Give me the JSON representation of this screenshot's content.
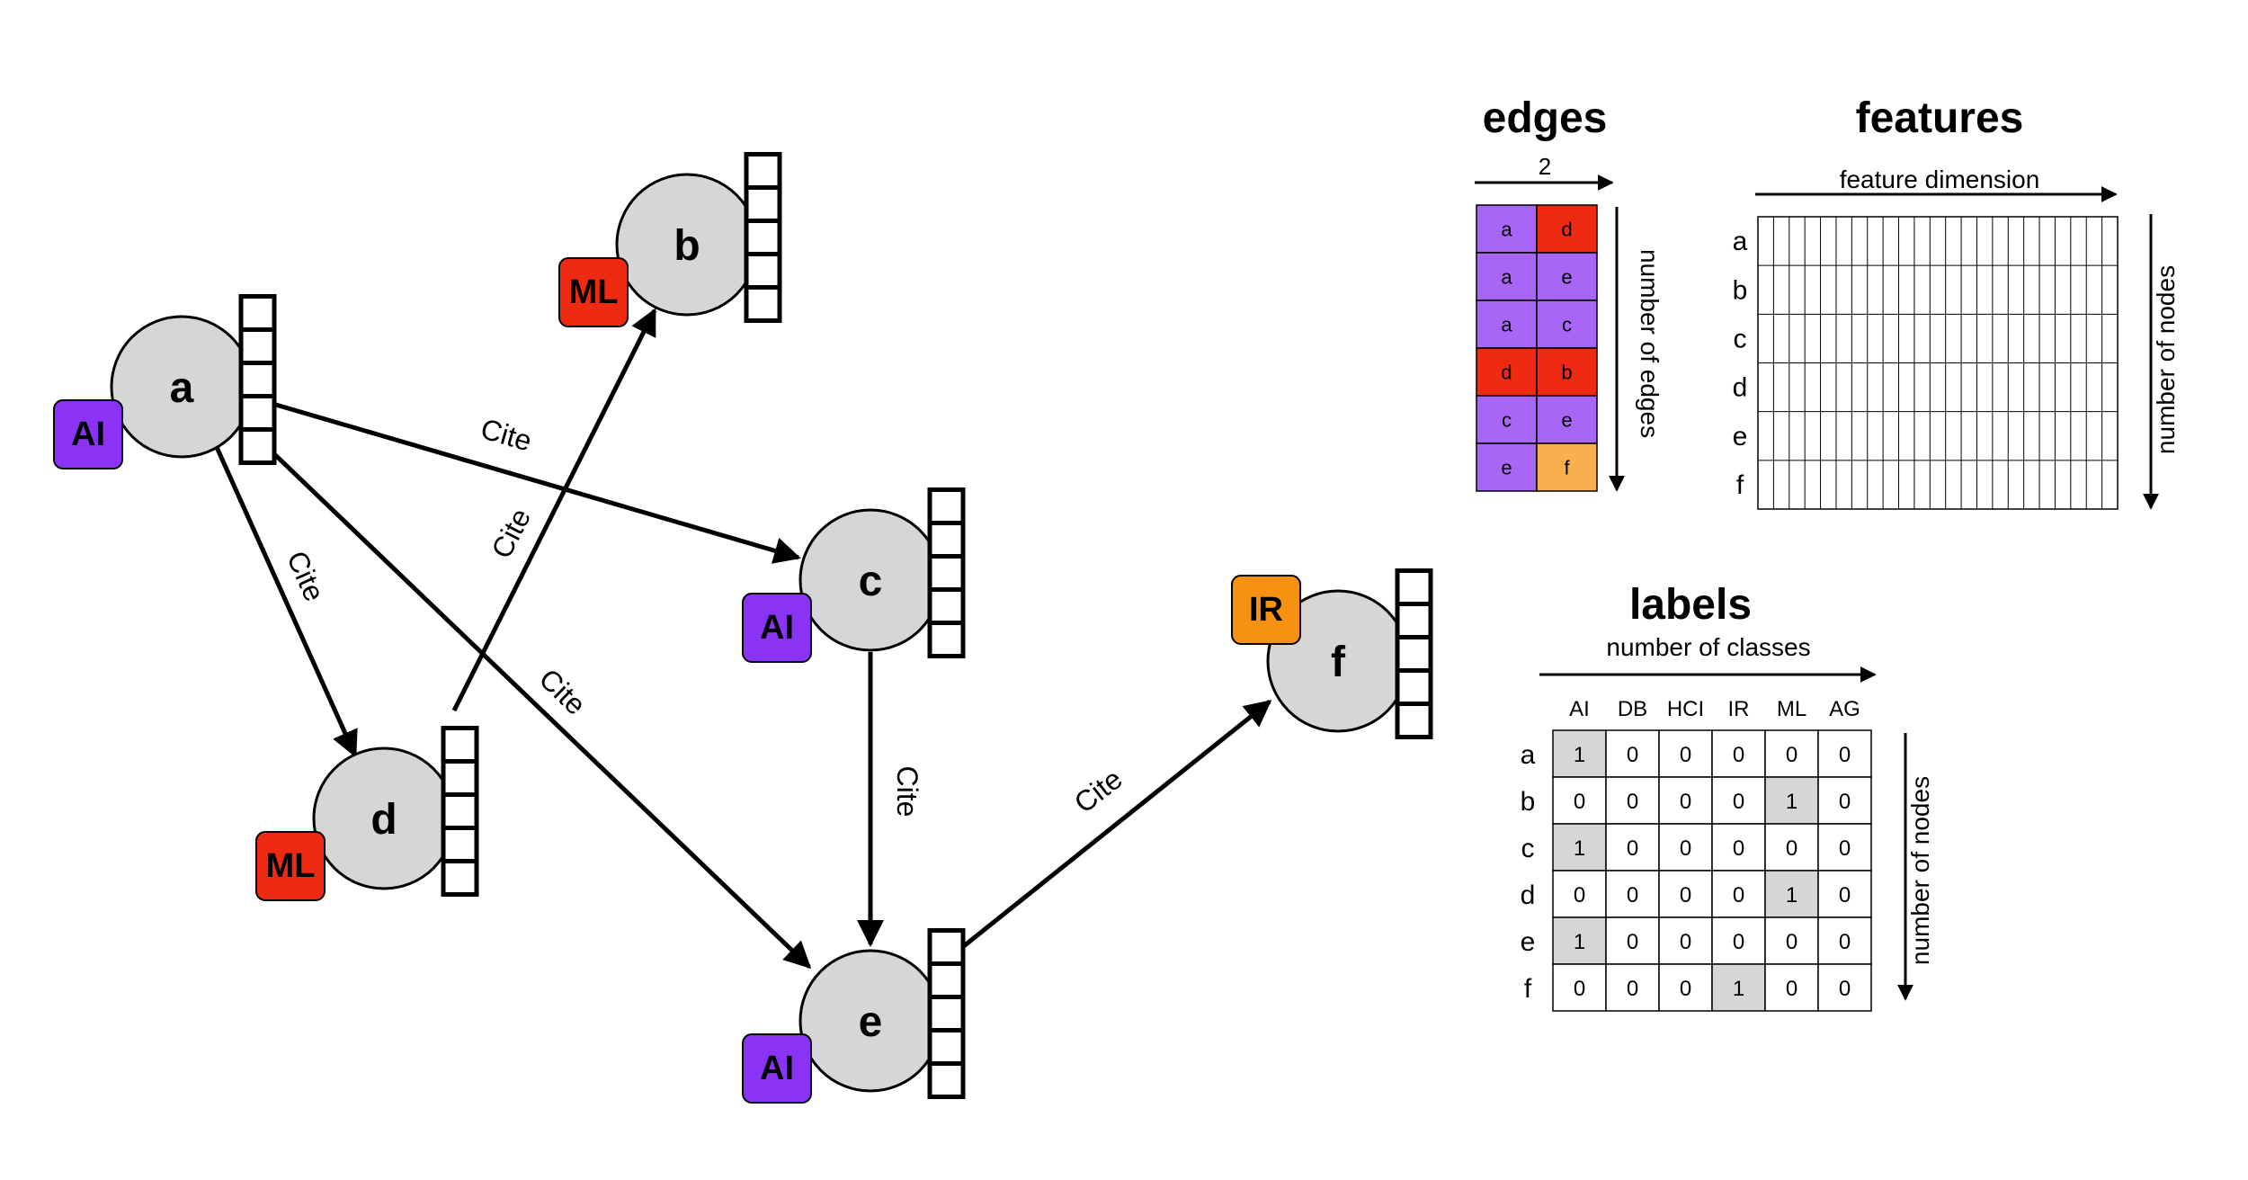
{
  "colors": {
    "ai": "#8a33f5",
    "ml": "#ee2a12",
    "ir": "#f69112",
    "edge_purple": "#a766f5",
    "edge_red": "#ee2a12",
    "edge_orange": "#f8b04e",
    "node_fill": "#d6d6d6",
    "label_highlight": "#d6d6d6"
  },
  "graph": {
    "nodes": [
      {
        "id": "a",
        "tag": "AI",
        "tag_color": "ai"
      },
      {
        "id": "b",
        "tag": "ML",
        "tag_color": "ml"
      },
      {
        "id": "c",
        "tag": "AI",
        "tag_color": "ai"
      },
      {
        "id": "d",
        "tag": "ML",
        "tag_color": "ml"
      },
      {
        "id": "e",
        "tag": "AI",
        "tag_color": "ai"
      },
      {
        "id": "f",
        "tag": "IR",
        "tag_color": "ir"
      }
    ],
    "edges": [
      {
        "from": "a",
        "to": "d",
        "label": "Cite"
      },
      {
        "from": "a",
        "to": "c",
        "label": "Cite"
      },
      {
        "from": "a",
        "to": "e",
        "label": "Cite"
      },
      {
        "from": "d",
        "to": "b",
        "label": "Cite"
      },
      {
        "from": "c",
        "to": "e",
        "label": "Cite"
      },
      {
        "from": "e",
        "to": "f",
        "label": "Cite"
      }
    ]
  },
  "edges_panel": {
    "title": "edges",
    "width_label": "2",
    "length_label": "number of edges",
    "rows": [
      [
        "a",
        "d"
      ],
      [
        "a",
        "e"
      ],
      [
        "a",
        "c"
      ],
      [
        "d",
        "b"
      ],
      [
        "c",
        "e"
      ],
      [
        "e",
        "f"
      ]
    ],
    "row_colors": [
      [
        "edge_purple",
        "edge_red"
      ],
      [
        "edge_purple",
        "edge_purple"
      ],
      [
        "edge_purple",
        "edge_purple"
      ],
      [
        "edge_red",
        "edge_red"
      ],
      [
        "edge_purple",
        "edge_purple"
      ],
      [
        "edge_purple",
        "edge_orange"
      ]
    ]
  },
  "features_panel": {
    "title": "features",
    "column_axis_label": "feature dimension",
    "row_axis_label": "number of nodes",
    "row_labels": [
      "a",
      "b",
      "c",
      "d",
      "e",
      "f"
    ],
    "column_count": 23
  },
  "labels_panel": {
    "title": "labels",
    "column_axis_label": "number of classes",
    "row_axis_label": "number of nodes",
    "classes": [
      "AI",
      "DB",
      "HCI",
      "IR",
      "ML",
      "AG"
    ],
    "row_labels": [
      "a",
      "b",
      "c",
      "d",
      "e",
      "f"
    ],
    "matrix": [
      [
        "1",
        "0",
        "0",
        "0",
        "0",
        "0"
      ],
      [
        "0",
        "0",
        "0",
        "0",
        "1",
        "0"
      ],
      [
        "1",
        "0",
        "0",
        "0",
        "0",
        "0"
      ],
      [
        "0",
        "0",
        "0",
        "0",
        "1",
        "0"
      ],
      [
        "1",
        "0",
        "0",
        "0",
        "0",
        "0"
      ],
      [
        "0",
        "0",
        "0",
        "1",
        "0",
        "0"
      ]
    ]
  }
}
